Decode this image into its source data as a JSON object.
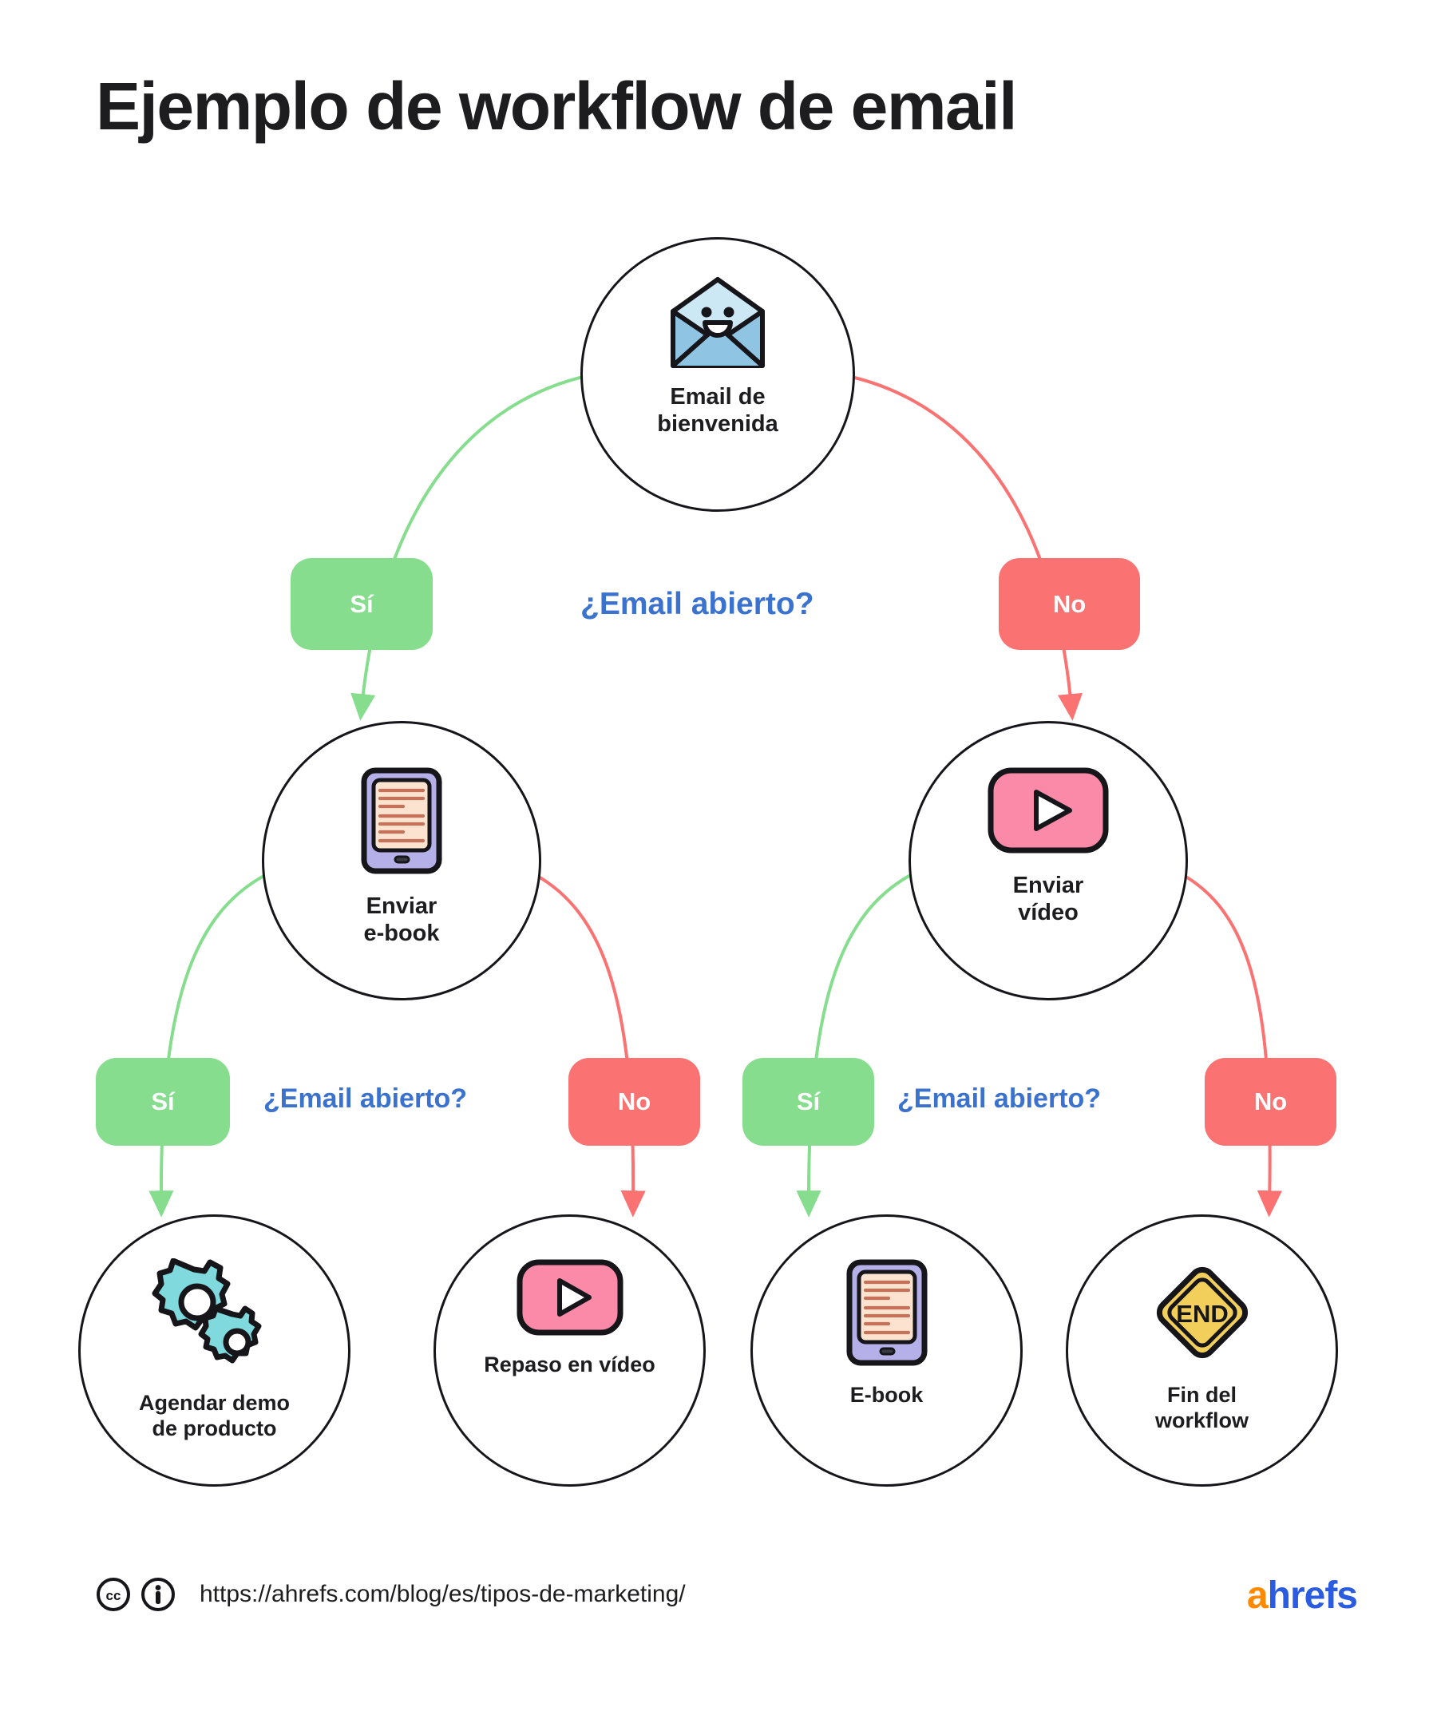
{
  "page": {
    "title": "Ejemplo de workflow de email",
    "background_color": "#FFFFFF"
  },
  "colors": {
    "yes_badge": "#86DD8D",
    "no_badge": "#FA7272",
    "question_text": "#3B72CE",
    "node_stroke": "#15151A",
    "edge_yes": "#86DD8D",
    "edge_no": "#FA7272",
    "logo_accent": "#FF8A00",
    "logo_blue": "#2B5CE0",
    "envelope_front": "#8FC4E3",
    "envelope_flap": "#CDE8F5",
    "tablet_frame": "#B5B0E8",
    "tablet_screen": "#FCE3D0",
    "tablet_lines": "#C4735B",
    "video_fill": "#FA8AA8",
    "gear_fill": "#7FD9DD",
    "end_sign_fill": "#F2CF5B"
  },
  "nodes": {
    "root": {
      "id": "email-bienvenida",
      "label": "Email de\nbienvenida",
      "icon": "open-envelope-smiling-icon"
    },
    "mid_left": {
      "id": "enviar-ebook",
      "label": "Enviar\ne-book",
      "icon": "tablet-ebook-icon"
    },
    "mid_right": {
      "id": "enviar-video",
      "label": "Enviar\nvídeo",
      "icon": "video-play-icon"
    },
    "leaf_1": {
      "id": "agendar-demo",
      "label": "Agendar demo\nde producto",
      "icon": "gears-icon"
    },
    "leaf_2": {
      "id": "repaso-video",
      "label": "Repaso en vídeo",
      "icon": "video-play-icon"
    },
    "leaf_3": {
      "id": "ebook",
      "label": "E-book",
      "icon": "tablet-ebook-icon"
    },
    "leaf_4": {
      "id": "fin-workflow",
      "label": "Fin del\nworkflow",
      "icon": "end-sign-icon"
    }
  },
  "decisions": {
    "row1": {
      "question": "¿Email abierto?",
      "yes_label": "Sí",
      "no_label": "No"
    },
    "row2_left": {
      "question": "¿Email abierto?",
      "yes_label": "Sí",
      "no_label": "No"
    },
    "row2_right": {
      "question": "¿Email abierto?",
      "yes_label": "Sí",
      "no_label": "No"
    }
  },
  "footer": {
    "url": "https://ahrefs.com/blog/es/tipos-de-marketing/",
    "cc_icon": "creative-commons-icon",
    "by_icon": "attribution-person-icon",
    "logo_a": "a",
    "logo_rest": "hrefs"
  },
  "chart_data": {
    "type": "diagram",
    "title": "Ejemplo de workflow de email",
    "diagram_kind": "decision-tree-flowchart",
    "levels": 3,
    "nodes": [
      {
        "id": "root",
        "level": 0,
        "label": "Email de bienvenida",
        "icon": "open-envelope-smiling-icon"
      },
      {
        "id": "mid_left",
        "level": 1,
        "label": "Enviar e-book",
        "icon": "tablet-ebook-icon"
      },
      {
        "id": "mid_right",
        "level": 1,
        "label": "Enviar vídeo",
        "icon": "video-play-icon"
      },
      {
        "id": "leaf_1",
        "level": 2,
        "label": "Agendar demo de producto",
        "icon": "gears-icon"
      },
      {
        "id": "leaf_2",
        "level": 2,
        "label": "Repaso en vídeo",
        "icon": "video-play-icon"
      },
      {
        "id": "leaf_3",
        "level": 2,
        "label": "E-book",
        "icon": "tablet-ebook-icon"
      },
      {
        "id": "leaf_4",
        "level": 2,
        "label": "Fin del workflow",
        "icon": "end-sign-icon"
      }
    ],
    "edges": [
      {
        "from": "root",
        "to": "mid_left",
        "label": "Sí",
        "condition": "¿Email abierto?",
        "color": "#86DD8D"
      },
      {
        "from": "root",
        "to": "mid_right",
        "label": "No",
        "condition": "¿Email abierto?",
        "color": "#FA7272"
      },
      {
        "from": "mid_left",
        "to": "leaf_1",
        "label": "Sí",
        "condition": "¿Email abierto?",
        "color": "#86DD8D"
      },
      {
        "from": "mid_left",
        "to": "leaf_2",
        "label": "No",
        "condition": "¿Email abierto?",
        "color": "#FA7272"
      },
      {
        "from": "mid_right",
        "to": "leaf_3",
        "label": "Sí",
        "condition": "¿Email abierto?",
        "color": "#86DD8D"
      },
      {
        "from": "mid_right",
        "to": "leaf_4",
        "label": "No",
        "condition": "¿Email abierto?",
        "color": "#FA7272"
      }
    ]
  }
}
